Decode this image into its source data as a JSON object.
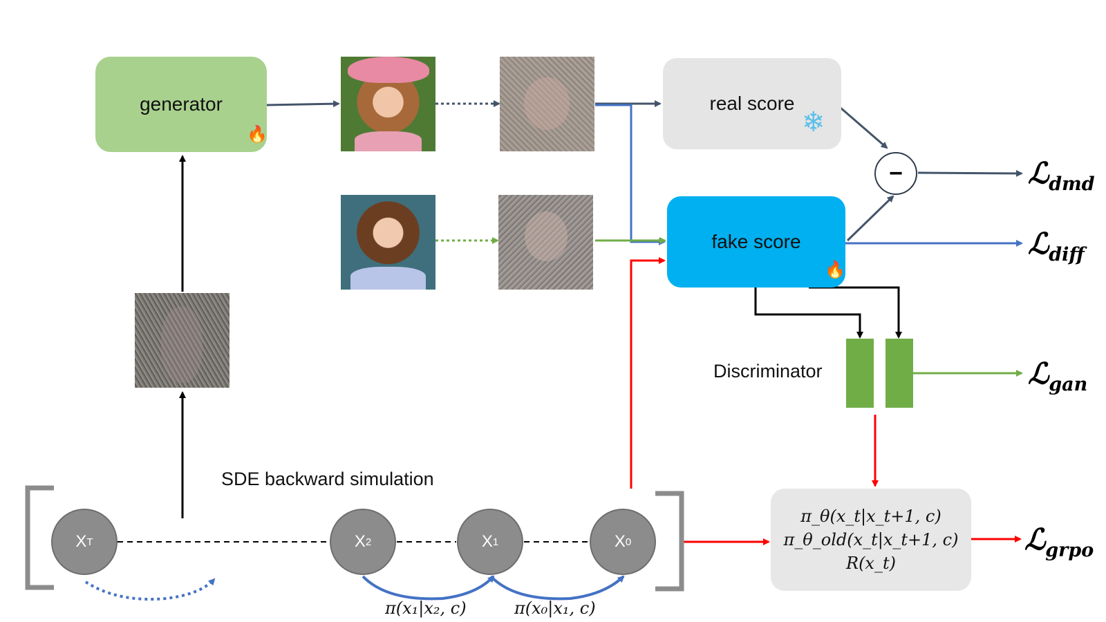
{
  "generator": {
    "label": "generator",
    "icon": "fire-icon"
  },
  "real_score": {
    "label": "real score",
    "icon": "snowflake-icon"
  },
  "fake_score": {
    "label": "fake score",
    "icon": "fire-icon"
  },
  "discriminator": {
    "label": "Discriminator"
  },
  "minus_op": {
    "symbol": "−"
  },
  "sde": {
    "label": "SDE backward simulation"
  },
  "nodes": {
    "xt": {
      "base": "X",
      "sub": "T"
    },
    "x2": {
      "base": "X",
      "sub": "2"
    },
    "x1": {
      "base": "X",
      "sub": "1"
    },
    "x0": {
      "base": "X",
      "sub": "0"
    }
  },
  "transitions": {
    "t21": "π(x₁|x₂, c)",
    "t10": "π(x₀|x₁, c)"
  },
  "policy_box": {
    "line1": "π_θ(x_t|x_t+1, c)",
    "line2": "π_θ_old(x_t|x_t+1, c)",
    "line3": "R(x_t)"
  },
  "losses": {
    "dmd": {
      "base": "ℒ",
      "sub": "dmd"
    },
    "diff": {
      "base": "ℒ",
      "sub": "diff"
    },
    "gan": {
      "base": "ℒ",
      "sub": "gan"
    },
    "grpo": {
      "base": "ℒ",
      "sub": "grpo"
    }
  },
  "colors": {
    "generator": "#a9d18e",
    "fake_score": "#00b0f0",
    "real_score": "#e5e5e5",
    "discriminator": "#70ad47",
    "blue_arrow": "#4472c4",
    "green_arrow": "#70ad47",
    "red_arrow": "#ff0000",
    "dark_arrow": "#44546a"
  }
}
